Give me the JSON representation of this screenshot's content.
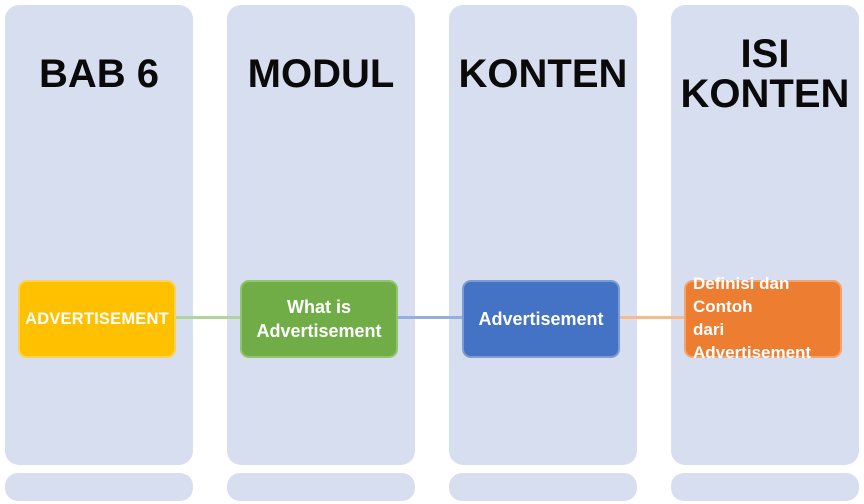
{
  "page": {
    "background_color": "#ffffff"
  },
  "diagram": {
    "type": "horizontal-process-smartart",
    "column_bg_color": "#D6DEEF",
    "header_text_color": "#0a0a0a",
    "columns": [
      {
        "header": "BAB 6",
        "node": {
          "label": "ADVERTISEMENT",
          "fill": "#FFC000",
          "border": "#FFD34F",
          "text_color": "#FFFFFF",
          "align": "center"
        }
      },
      {
        "header": "MODUL",
        "node": {
          "label": "What is\nAdvertisement",
          "fill": "#70AD47",
          "border": "#93C46E",
          "text_color": "#FFFFFF",
          "align": "center"
        }
      },
      {
        "header": "KONTEN",
        "node": {
          "label": "Advertisement",
          "fill": "#4472C4",
          "border": "#7C9BD6",
          "text_color": "#FFFFFF",
          "align": "center"
        }
      },
      {
        "header": "ISI KONTEN",
        "node": {
          "label": "Definisi dan Contoh\ndari Advertisement",
          "fill": "#ED7D31",
          "border": "#F4A46F",
          "text_color": "#FFFFFF",
          "align": "left"
        }
      }
    ],
    "connectors": [
      {
        "color": "#AFD59C"
      },
      {
        "color": "#94AEDD"
      },
      {
        "color": "#F5BB8C"
      }
    ]
  }
}
